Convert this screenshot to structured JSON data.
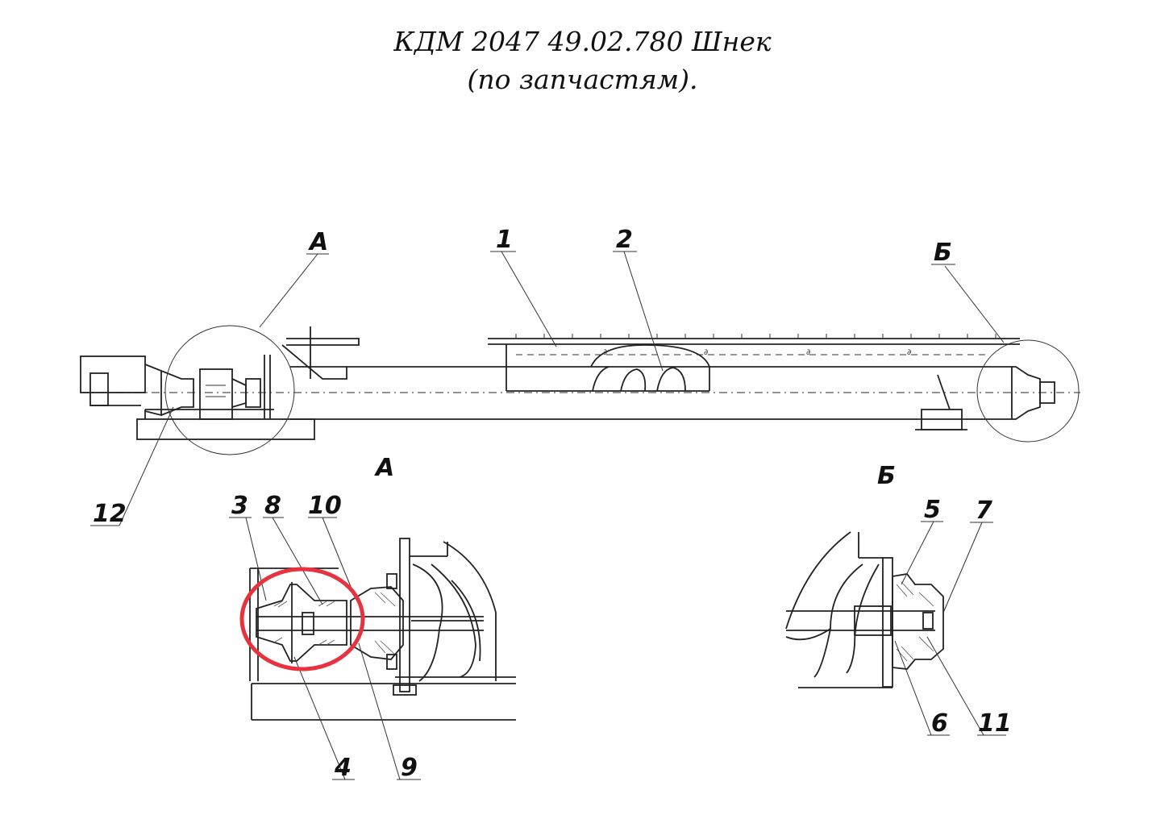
{
  "title": {
    "line1": "КДМ 2047 49.02.780 Шнек",
    "line2": "(по запчастям)."
  },
  "views": {
    "detail_a": "А",
    "detail_b": "Б"
  },
  "callouts": {
    "c1": "1",
    "c2": "2",
    "c3": "3",
    "c4": "4",
    "c5": "5",
    "c6": "6",
    "c7": "7",
    "c8": "8",
    "c9": "9",
    "c10": "10",
    "c11": "11",
    "c12": "12",
    "view_a": "А",
    "view_b": "Б"
  },
  "highlight": {
    "color": "#e8323e",
    "target": "4"
  }
}
